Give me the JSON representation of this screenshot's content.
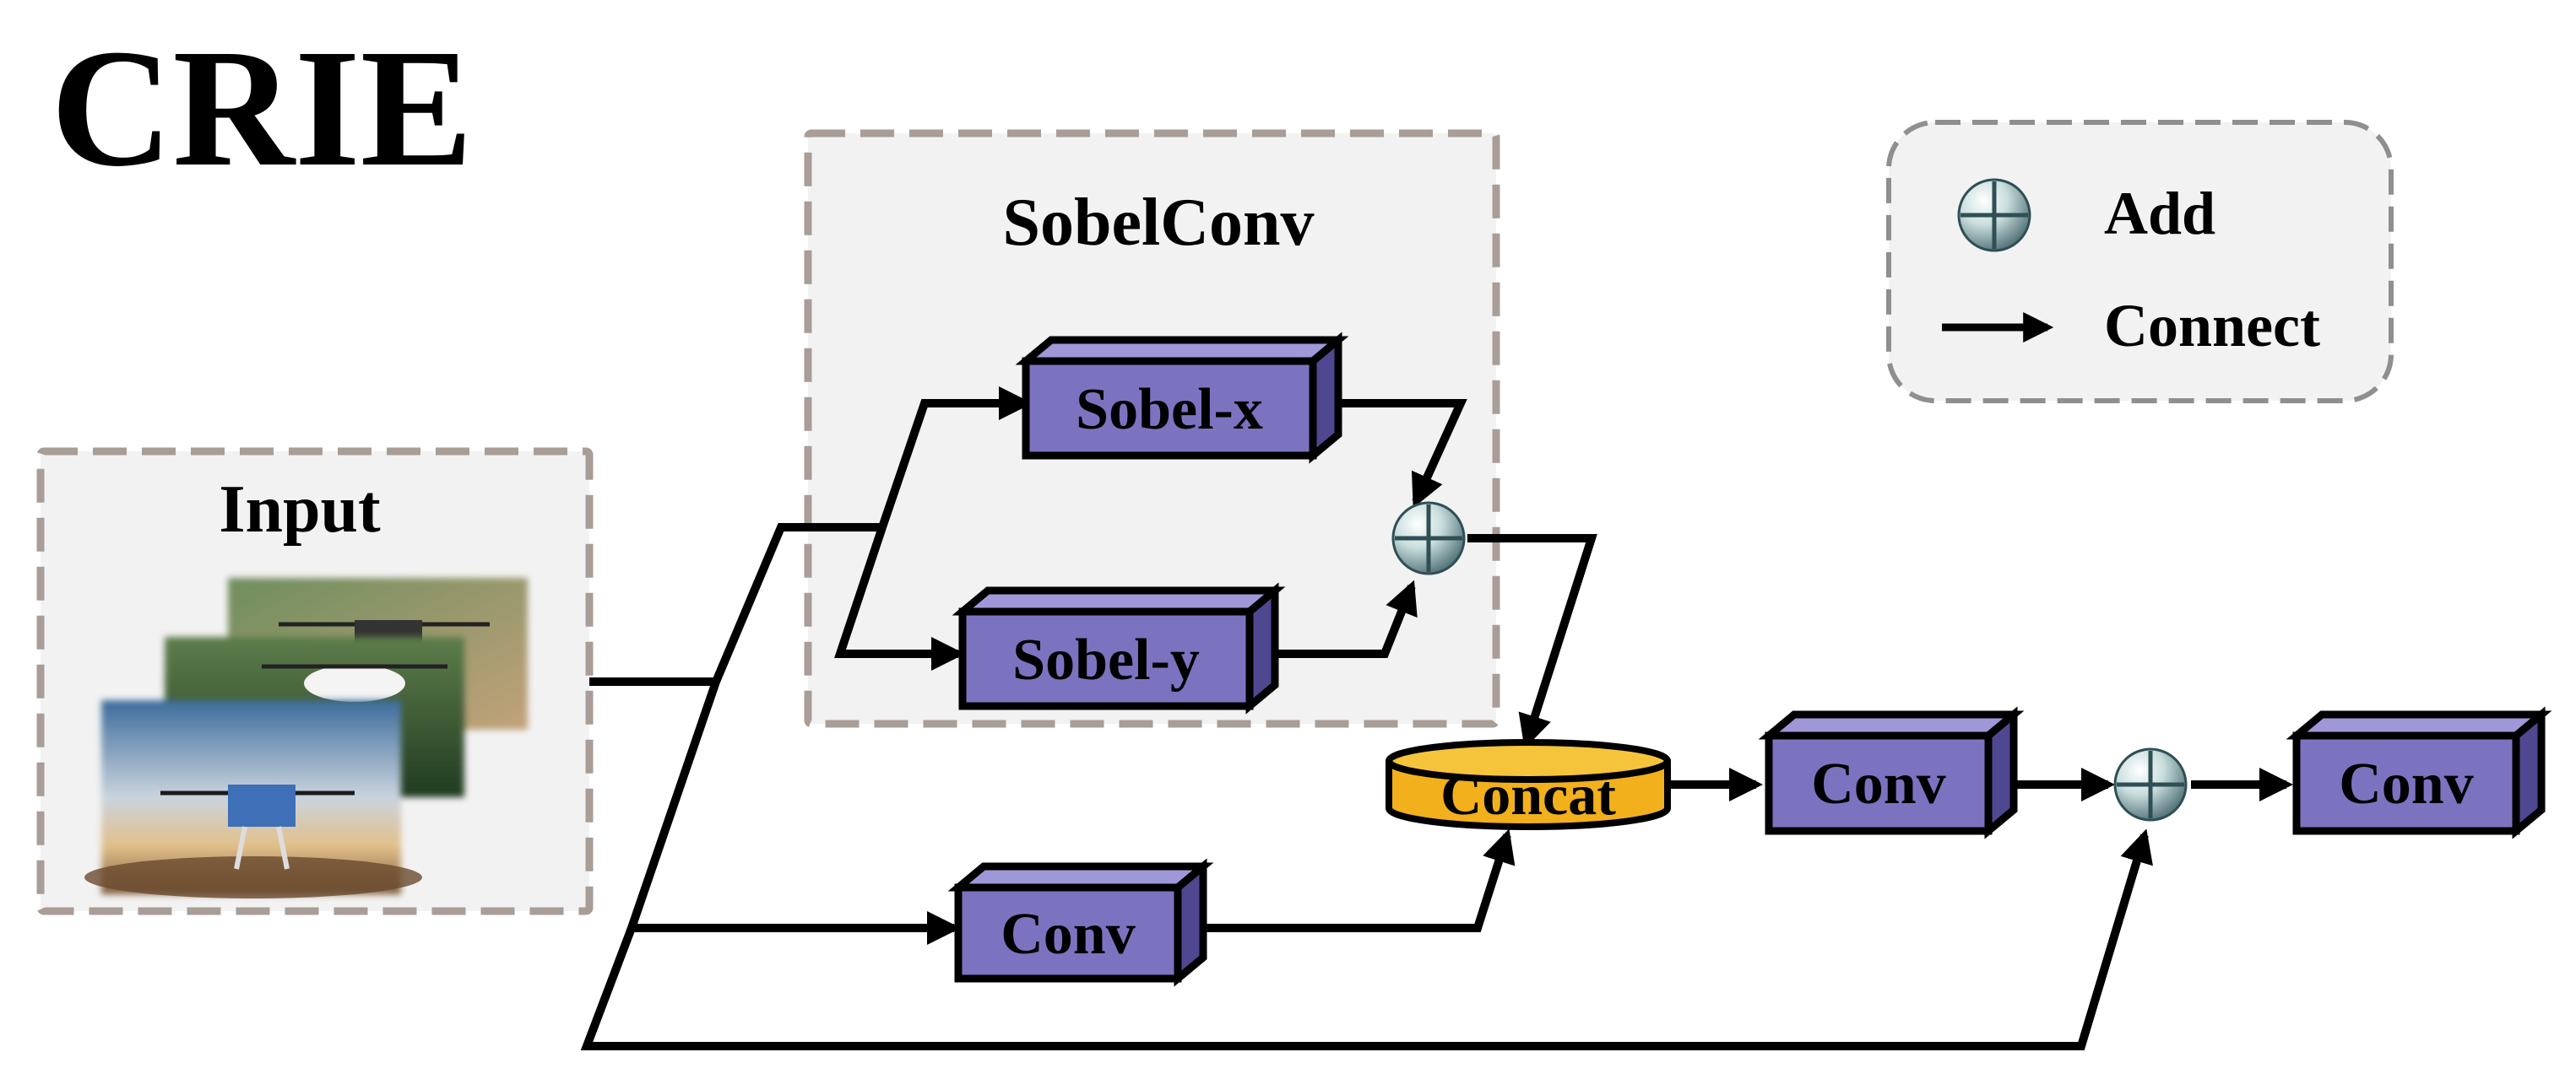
{
  "title": "CRIE",
  "groups": {
    "input": "Input",
    "sobelconv": "SobelConv"
  },
  "blocks": {
    "sobel_x": "Sobel-x",
    "sobel_y": "Sobel-y",
    "conv_branch": "Conv",
    "concat": "Concat",
    "conv_after_concat": "Conv",
    "conv_output": "Conv"
  },
  "legend": {
    "add": "Add",
    "connect": "Connect"
  },
  "colors": {
    "block_face": "#7c73c0",
    "block_top": "#9e97d8",
    "block_side": "#4f4891",
    "concat_fill": "#f1b01c",
    "group_border": "#a89d97",
    "group_fill": "#f2f2f2"
  },
  "input_image": {
    "description_icons": [
      "drone-photo-back",
      "drone-photo-middle",
      "drone-photo-front"
    ]
  }
}
